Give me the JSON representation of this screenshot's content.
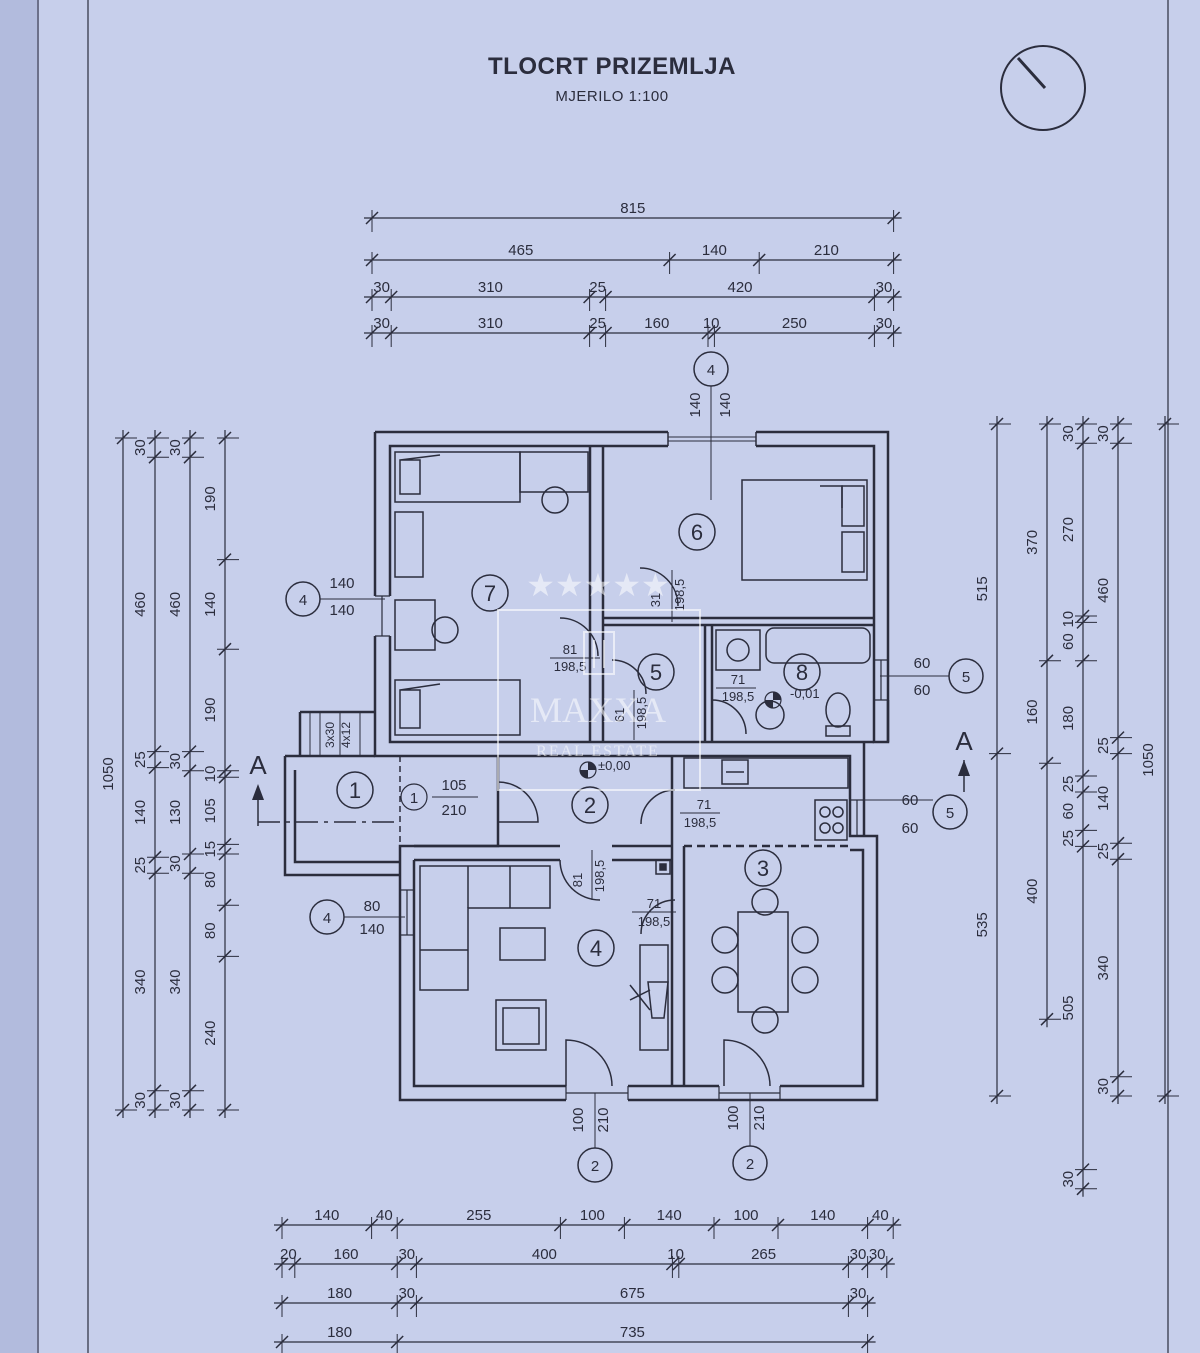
{
  "sheet": {
    "title": "TLOCRT PRIZEMLJA",
    "scale": "MJERILO 1:100",
    "paper_color": "#c9d1ec",
    "ink_color": "#2b2d3d"
  },
  "top_dimensions": {
    "row1": [
      "815"
    ],
    "row2": [
      "465",
      "140",
      "210"
    ],
    "row3": [
      "30",
      "310",
      "25",
      "420",
      "30"
    ],
    "row4": [
      "30",
      "310",
      "25",
      "160",
      "10",
      "250",
      "30"
    ]
  },
  "bottom_dimensions": {
    "row1": [
      "140",
      "40",
      "255",
      "100",
      "140",
      "100",
      "140",
      "40"
    ],
    "row2": [
      "20",
      "160",
      "30",
      "400",
      "10",
      "265",
      "30",
      "30"
    ],
    "row3": [
      "180",
      "30",
      "675",
      "30"
    ],
    "row4": [
      "180",
      "735"
    ]
  },
  "left_dimensions": {
    "total": "1050",
    "col2": [
      "30",
      "460",
      "25",
      "140",
      "25",
      "340",
      "30"
    ],
    "col3": [
      "30",
      "460",
      "30",
      "130",
      "30",
      "340",
      "30"
    ],
    "col4": [
      "190",
      "140",
      "190",
      "10",
      "105",
      "15",
      "80",
      "80",
      "240"
    ]
  },
  "right_dimensions": {
    "total": "1050",
    "col1": [
      "515",
      "535"
    ],
    "col2": [
      "370",
      "160",
      "400"
    ],
    "col3": [
      "30",
      "270",
      "10",
      "60",
      "180",
      "25",
      "60",
      "25",
      "505",
      "30"
    ],
    "col4": [
      "30",
      "460",
      "25",
      "140",
      "25",
      "340",
      "30"
    ]
  },
  "rooms": [
    "1",
    "2",
    "3",
    "4",
    "5",
    "6",
    "7",
    "8"
  ],
  "section_marker": "A",
  "window_tags": {
    "top": {
      "id": "4",
      "a": "140",
      "b": "140"
    },
    "left_upper": {
      "id": "4",
      "a": "140",
      "b": "140"
    },
    "left_lower": {
      "id": "4",
      "a": "80",
      "b": "140"
    },
    "right_upper": {
      "id": "5",
      "a": "60",
      "b": "60"
    },
    "right_lower": {
      "id": "5",
      "a": "60",
      "b": "60"
    },
    "bottom_left": {
      "id": "2",
      "a": "100",
      "b": "210"
    },
    "bottom_right": {
      "id": "2",
      "a": "100",
      "b": "210"
    }
  },
  "door_labels": {
    "entry_a": "105",
    "entry_b": "210",
    "entry_id": "1",
    "d7_a": "81",
    "d7_b": "198,5",
    "d6_a": "31",
    "d6_b": "198,5",
    "d5_a": "61",
    "d5_b": "198,5",
    "d8_a": "71",
    "d8_b": "198,5",
    "d3_a": "71",
    "d3_b": "198,5",
    "d4_a": "81",
    "d4_b": "198,5",
    "d4b_a": "71",
    "d4b_b": "198,5"
  },
  "levels": {
    "bath": "-0,01",
    "hall": "±0,00"
  },
  "stair_labels": {
    "a": "3x30",
    "b": "4x12"
  },
  "watermark": {
    "brand": "MAXXA",
    "tagline": "REAL ESTATE",
    "stars": "★★★★★"
  }
}
